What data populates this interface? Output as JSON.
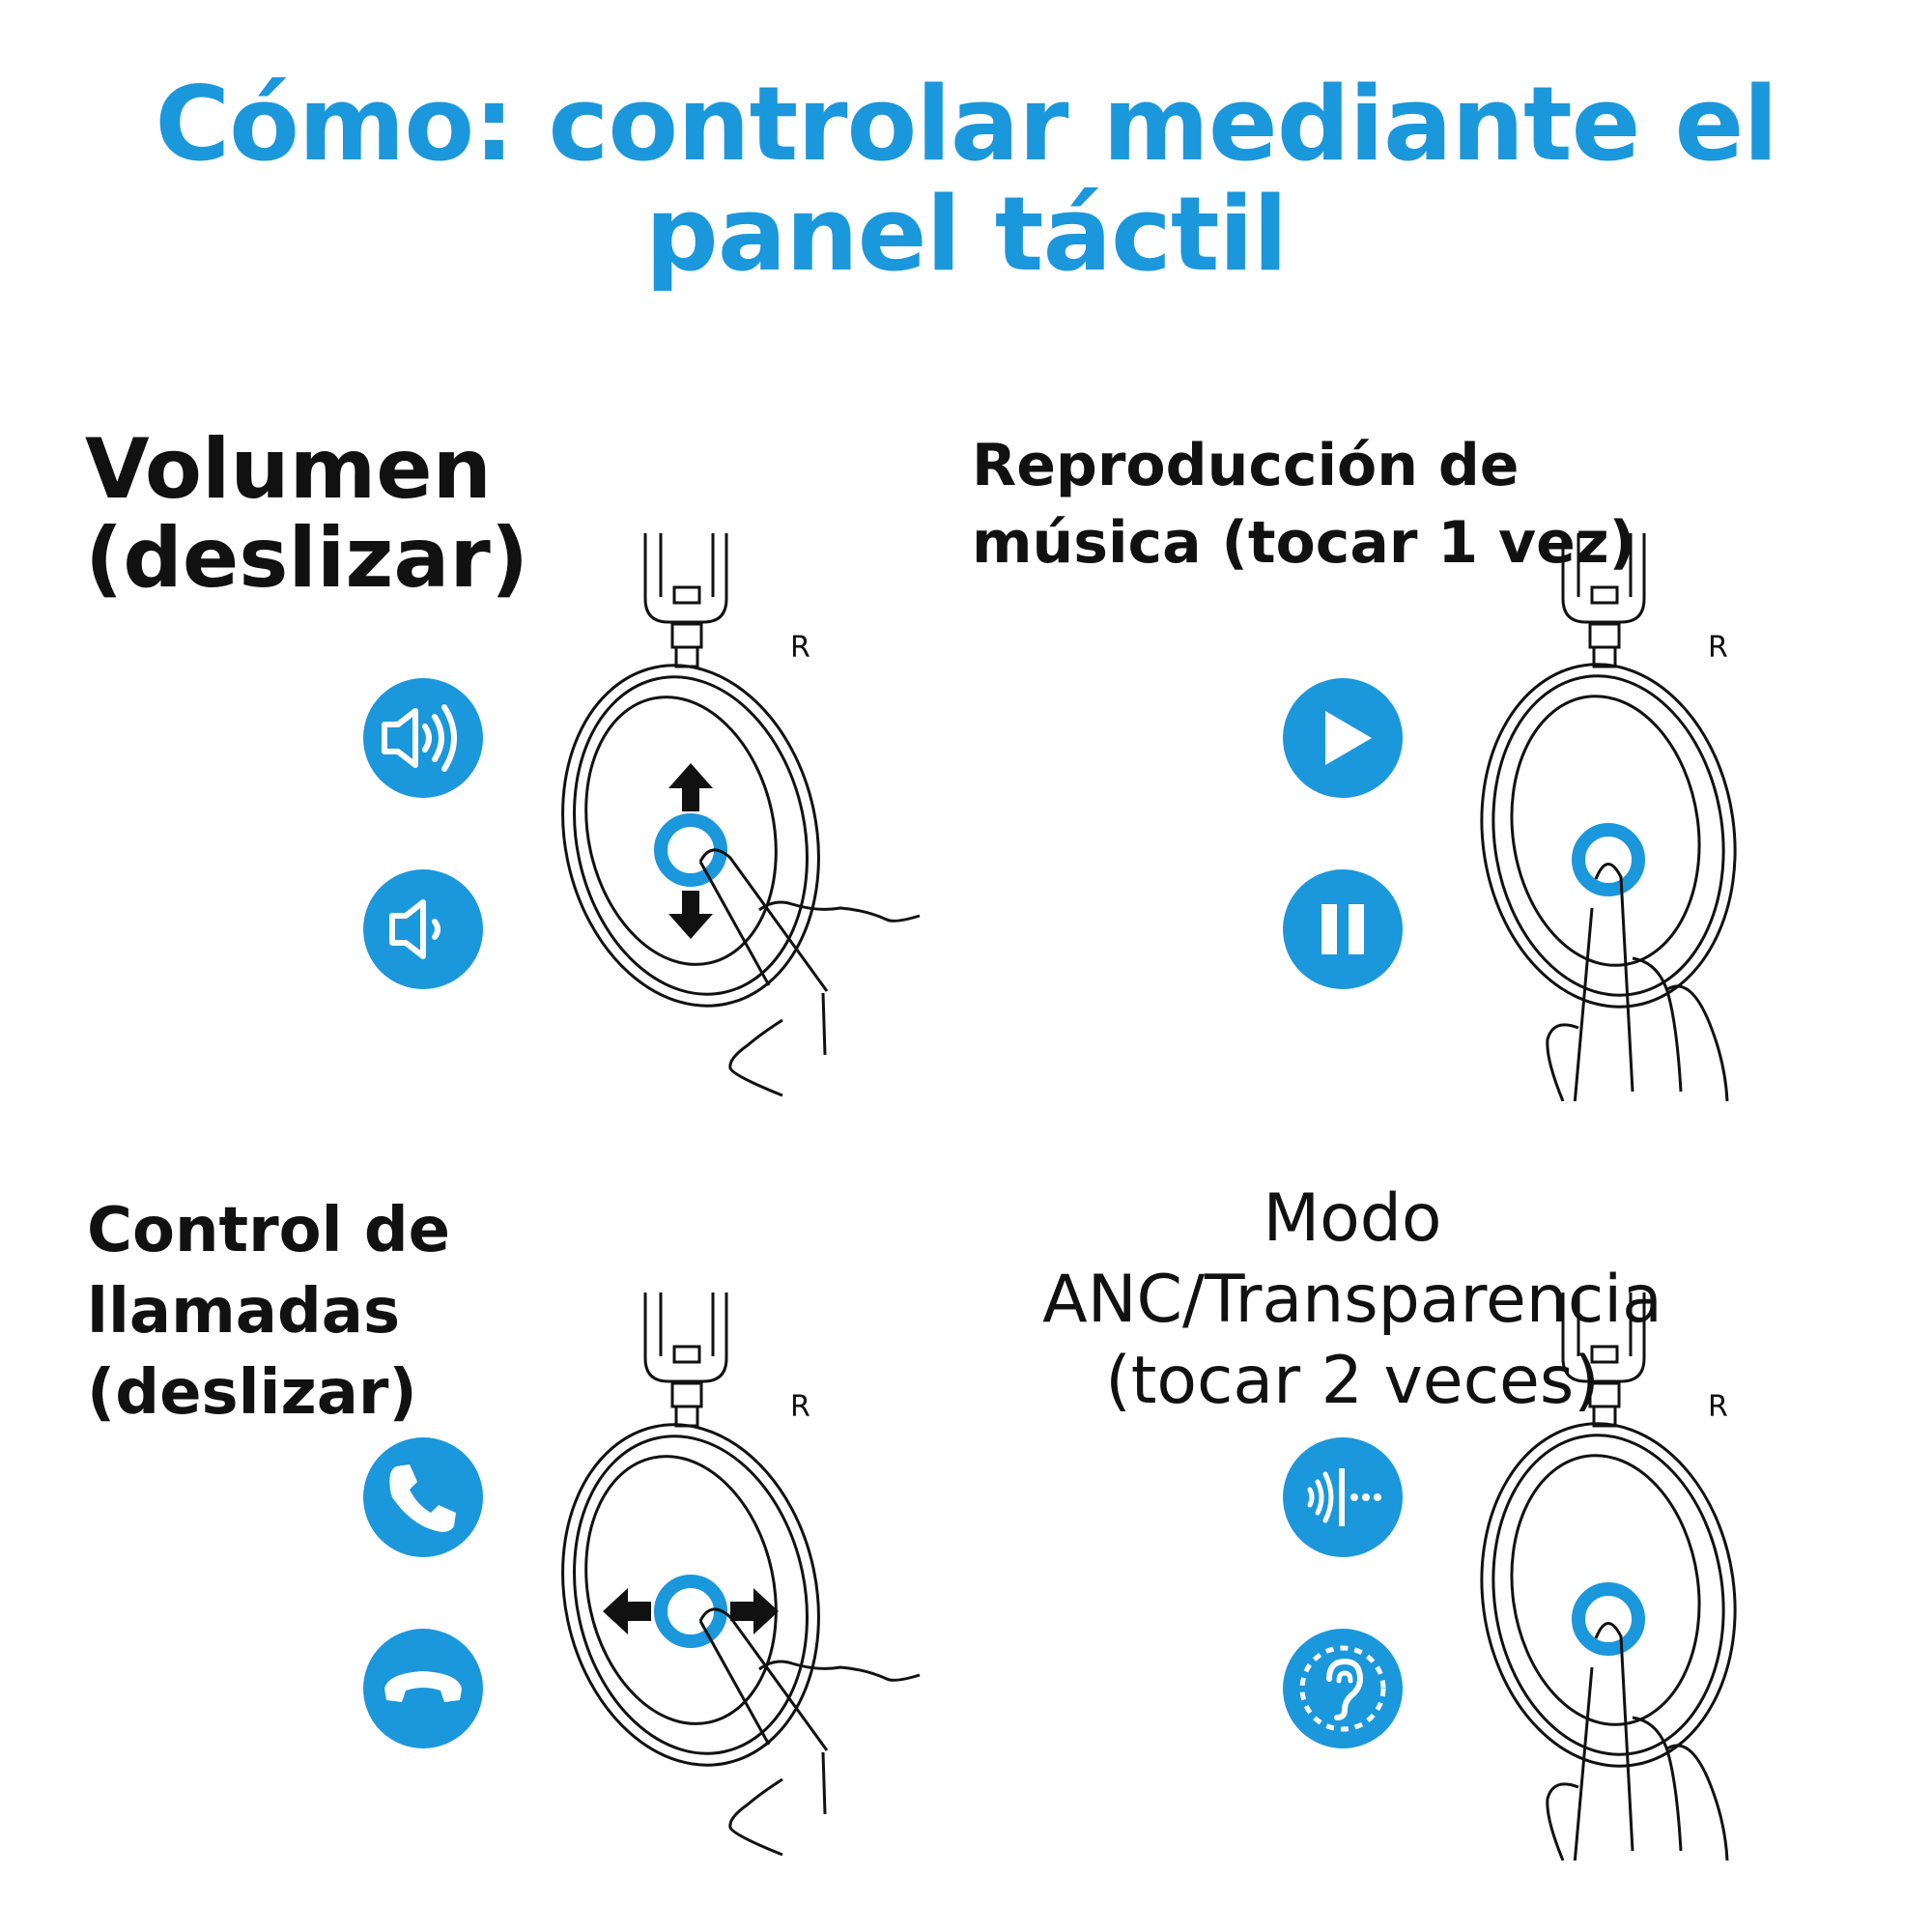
{
  "title": {
    "line1": "Cómo: controlar mediante el",
    "line2": "panel táctil"
  },
  "colors": {
    "accent": "#1b97dc",
    "ink": "#111111"
  },
  "panels": {
    "volume": {
      "label_line1": "Volumen",
      "label_line2": "(deslizar)",
      "side": "R",
      "icons": [
        "volume-up-icon",
        "volume-down-icon"
      ]
    },
    "music": {
      "label_line1": "Reproducción de",
      "label_line2": "música (tocar 1 vez)",
      "side": "R",
      "icons": [
        "play-icon",
        "pause-icon"
      ]
    },
    "calls": {
      "label_line1": "Control de",
      "label_line2": "llamadas",
      "label_line3": "(deslizar)",
      "side": "R",
      "icons": [
        "phone-answer-icon",
        "phone-hangup-icon"
      ]
    },
    "anc": {
      "label_line1": "Modo",
      "label_line2": "ANC/Transparencia",
      "label_line3": "(tocar 2 veces)",
      "side": "R",
      "icons": [
        "anc-icon",
        "transparency-ear-icon"
      ]
    }
  }
}
